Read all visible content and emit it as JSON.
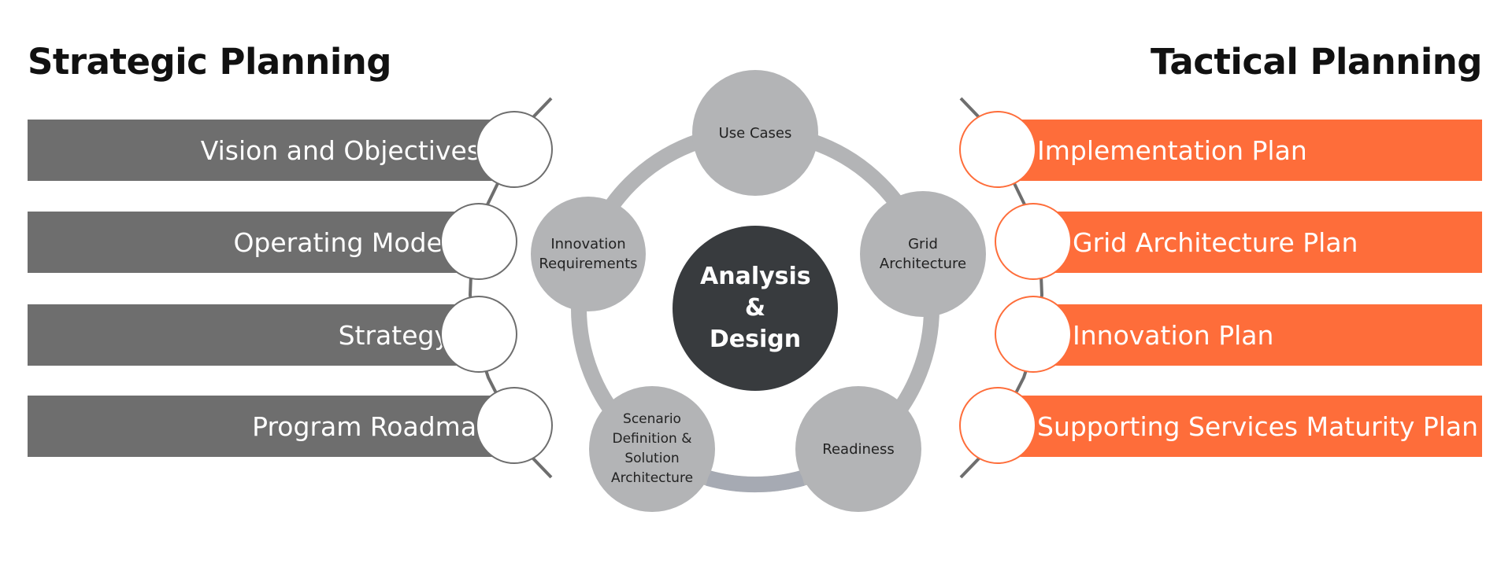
{
  "strategic": {
    "title": "Strategic Planning",
    "items": [
      "Vision and Objectives",
      "Operating Model",
      "Strategy",
      "Program Roadmap"
    ]
  },
  "tactical": {
    "title": "Tactical Planning",
    "items": [
      "Implementation Plan",
      "Grid Architecture Plan",
      "Innovation Plan",
      "Supporting Services Maturity Plan"
    ]
  },
  "cycle": {
    "center": "Analysis & Design",
    "nodes": [
      "Use Cases",
      "Grid Architecture",
      "Readiness",
      "Scenario Definition & Solution Architecture",
      "Innovation Requirements"
    ]
  },
  "colors": {
    "strategic_bar": "#6e6e6e",
    "tactical_bar": "#fe6d3a",
    "node": "#b3b4b6",
    "center": "#383b3e",
    "ring": "#b3b4b6",
    "ring_accent": "#a6aab3"
  }
}
